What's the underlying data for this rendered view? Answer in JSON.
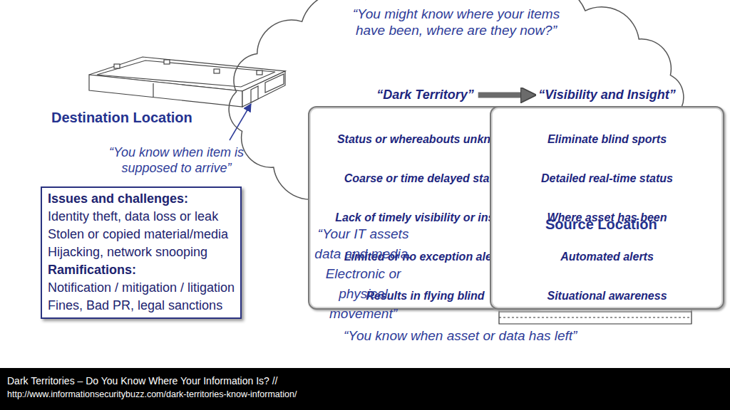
{
  "diagram": {
    "caption": "Dark Territories – Do You Know Where Your Information Is? //",
    "nodes": [
      {
        "text": [
          "“You might know where your items have been, where are they now?”"
        ]
      },
      {
        "text": [
          "“Dark Territory”",
          "Status or whereabouts unknown",
          "Coarse or time delayed status",
          "Lack of timely visibility or insight",
          "Limited or no exception alerts",
          "Results in flying blind"
        ],
        "in": 0
      },
      {
        "text": [
          "“Visibility and Insight”",
          "Eliminate blind sports",
          "Detailed real-time status",
          "Where asset has been",
          "Automated alerts",
          "Situational awareness"
        ],
        "in": 0
      },
      {
        "text": [
          "Issues and challenges:",
          "Identity theft, data loss or leak",
          "Stolen or copied material/media",
          "Hijacking, network snooping",
          "Ramifications:",
          "Notification / mitigation / litigation",
          "Fines, Bad PR, legal sanctions"
        ]
      }
    ],
    "edges": [
      {
        "from": 1,
        "to": 2,
        "arrow": "to"
      }
    ],
    "labels": [
      "“You know when item is supposed to arrive”",
      "Destination Location",
      "“Your IT assets data and media. Electronic or physical movement”",
      "Source Location",
      "“You know when asset or data has left”",
      "http://www.informationsecuritybuzz.com/dark-territories-know-information/"
    ]
  }
}
